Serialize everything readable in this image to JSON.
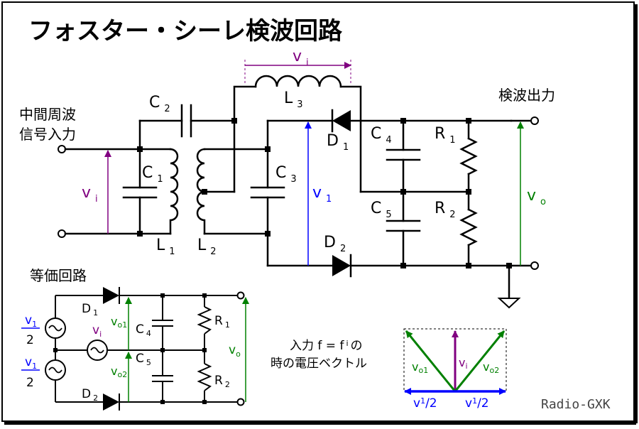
{
  "title": "フォスター・シーレ検波回路",
  "credit": "Radio-GXK",
  "main": {
    "input_label_1": "中間周波",
    "input_label_2": "信号入力",
    "output_label": "検波出力",
    "vi_left": "v",
    "vi_left_sub": "i",
    "vi_top": "v",
    "vi_top_sub": "i",
    "v1": "v",
    "v1_sub": "1",
    "vo": "v",
    "vo_sub": "o",
    "C1": "C",
    "C1_sub": "1",
    "C2": "C",
    "C2_sub": "2",
    "C3": "C",
    "C3_sub": "3",
    "C4": "C",
    "C4_sub": "4",
    "C5": "C",
    "C5_sub": "5",
    "L1": "L",
    "L1_sub": "1",
    "L2": "L",
    "L2_sub": "2",
    "L3": "L",
    "L3_sub": "3",
    "D1": "D",
    "D1_sub": "1",
    "D2": "D",
    "D2_sub": "2",
    "R1": "R",
    "R1_sub": "1",
    "R2": "R",
    "R2_sub": "2"
  },
  "equivalent": {
    "label": "等価回路",
    "v1": "v",
    "v1_sub": "1",
    "den1": "2",
    "v1b": "v",
    "v1b_sub": "1",
    "den2": "2",
    "vi": "v",
    "vi_sub": "i",
    "vo1": "v",
    "vo1_sub": "o1",
    "vo2": "v",
    "vo2_sub": "o2",
    "vo": "v",
    "vo_sub": "o",
    "D1": "D",
    "D1_sub": "1",
    "D2": "D",
    "D2_sub": "2",
    "C4": "C",
    "C4_sub": "4",
    "C5": "C",
    "C5_sub": "5",
    "R1": "R",
    "R1_sub": "1",
    "R2": "R",
    "R2_sub": "2"
  },
  "vector": {
    "caption_1a": "入力 f = f",
    "caption_1sub": "i",
    "caption_1b": "の",
    "caption_2": "時の電圧ベクトル",
    "vo1": "v",
    "vo1_sub": "o1",
    "vi": "v",
    "vi_sub": "i",
    "vo2": "v",
    "vo2_sub": "o2",
    "half_left": "v",
    "half_left_sub": "1",
    "half_left_tail": "/2",
    "half_right": "v",
    "half_right_sub": "1",
    "half_right_tail": "/2"
  },
  "colors": {
    "purple": "#800080",
    "blue": "#0000ff",
    "green": "#008000",
    "black": "#000000"
  }
}
